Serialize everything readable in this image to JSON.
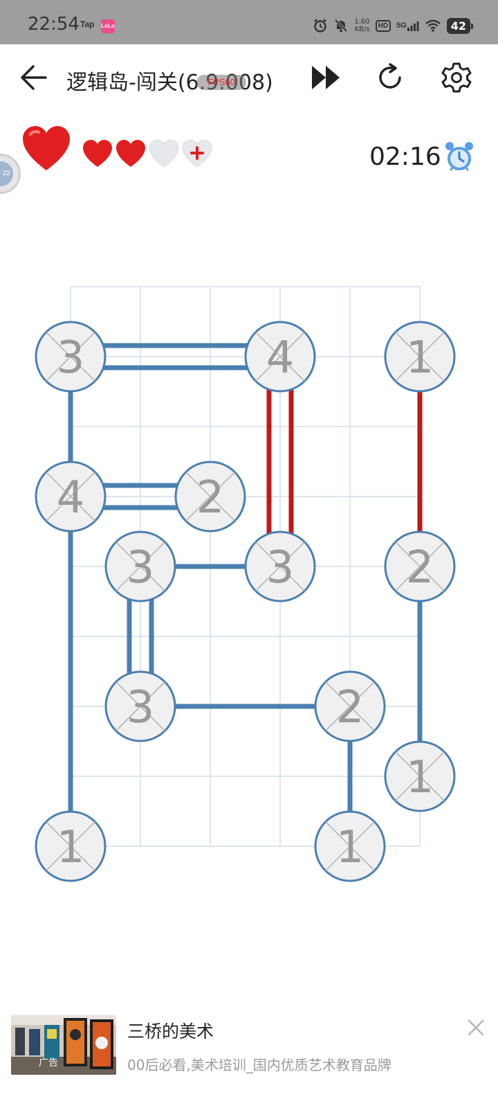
{
  "status_bar": {
    "time": "22:54",
    "app_badge_1": "Tap",
    "app_badge_2": "LoLo",
    "speed_value": "1.60",
    "speed_unit": "KB/s",
    "hd": "HD",
    "network": "5G",
    "battery": "42"
  },
  "header": {
    "title": "逻辑岛-闯关(6.9.008)",
    "fps_badge": "FPS60",
    "icons": [
      "back-arrow-icon",
      "fast-forward-icon",
      "refresh-icon",
      "settings-gear-icon"
    ]
  },
  "stats": {
    "lives_total": 3,
    "lives_filled": 2,
    "timer": "02:16",
    "colors": {
      "heart": "#e02020",
      "heart_empty": "#e6e8ec",
      "alarm": "#5aa0e6"
    }
  },
  "board": {
    "colors": {
      "node_stroke": "#4a7fb0",
      "node_fill": "#f0f0f0",
      "bridge_ok": "#4a7fb0",
      "bridge_error": "#c01818",
      "grid": "#dde6f0",
      "digit": "#999999"
    },
    "grid_cols": 6,
    "grid_rows": 9,
    "nodes": [
      {
        "col": 0,
        "row": 1,
        "value": "3"
      },
      {
        "col": 3,
        "row": 1,
        "value": "4"
      },
      {
        "col": 5,
        "row": 1,
        "value": "1"
      },
      {
        "col": 0,
        "row": 3,
        "value": "4"
      },
      {
        "col": 2,
        "row": 3,
        "value": "2"
      },
      {
        "col": 1,
        "row": 4,
        "value": "3"
      },
      {
        "col": 3,
        "row": 4,
        "value": "3"
      },
      {
        "col": 5,
        "row": 4,
        "value": "2"
      },
      {
        "col": 1,
        "row": 6,
        "value": "3"
      },
      {
        "col": 4,
        "row": 6,
        "value": "2"
      },
      {
        "col": 5,
        "row": 7,
        "value": "1"
      },
      {
        "col": 0,
        "row": 8,
        "value": "1"
      },
      {
        "col": 4,
        "row": 8,
        "value": "1"
      }
    ],
    "bridges": [
      {
        "from": 0,
        "to": 1,
        "count": 2,
        "error": false
      },
      {
        "from": 0,
        "to": 3,
        "count": 1,
        "error": false
      },
      {
        "from": 3,
        "to": 4,
        "count": 2,
        "error": false
      },
      {
        "from": 3,
        "to": 11,
        "count": 1,
        "error": false
      },
      {
        "from": 1,
        "to": 6,
        "count": 2,
        "error": true
      },
      {
        "from": 2,
        "to": 7,
        "count": 1,
        "error": true
      },
      {
        "from": 5,
        "to": 6,
        "count": 1,
        "error": false
      },
      {
        "from": 5,
        "to": 8,
        "count": 2,
        "error": false
      },
      {
        "from": 8,
        "to": 9,
        "count": 1,
        "error": false
      },
      {
        "from": 9,
        "to": 12,
        "count": 1,
        "error": false
      },
      {
        "from": 7,
        "to": 10,
        "count": 1,
        "error": false
      }
    ]
  },
  "ad": {
    "label": "广告",
    "title": "三桥的美术",
    "description": "00后必看,美术培训_国内优质艺术教育品牌"
  }
}
